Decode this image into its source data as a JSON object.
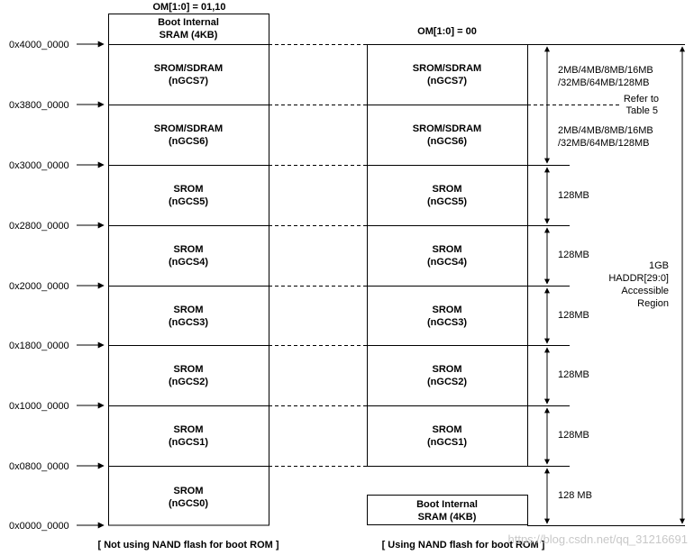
{
  "headers": {
    "left": "OM[1:0] = 01,10",
    "right": "OM[1:0] = 00"
  },
  "addresses": [
    "0x4000_0000",
    "0x3800_0000",
    "0x3000_0000",
    "0x2800_0000",
    "0x2000_0000",
    "0x1800_0000",
    "0x1000_0000",
    "0x0800_0000",
    "0x0000_0000"
  ],
  "left_map": {
    "top_block": [
      "Boot Internal",
      "SRAM (4KB)"
    ],
    "blocks": [
      [
        "SROM/SDRAM",
        "(nGCS7)"
      ],
      [
        "SROM/SDRAM",
        "(nGCS6)"
      ],
      [
        "SROM",
        "(nGCS5)"
      ],
      [
        "SROM",
        "(nGCS4)"
      ],
      [
        "SROM",
        "(nGCS3)"
      ],
      [
        "SROM",
        "(nGCS2)"
      ],
      [
        "SROM",
        "(nGCS1)"
      ],
      [
        "SROM",
        "(nGCS0)"
      ]
    ],
    "caption": "[ Not using NAND flash for boot ROM ]"
  },
  "right_map": {
    "blocks": [
      [
        "SROM/SDRAM",
        "(nGCS7)"
      ],
      [
        "SROM/SDRAM",
        "(nGCS6)"
      ],
      [
        "SROM",
        "(nGCS5)"
      ],
      [
        "SROM",
        "(nGCS4)"
      ],
      [
        "SROM",
        "(nGCS3)"
      ],
      [
        "SROM",
        "(nGCS2)"
      ],
      [
        "SROM",
        "(nGCS1)"
      ]
    ],
    "bottom_block": [
      "Boot Internal",
      "SRAM (4KB)"
    ],
    "caption": "[ Using NAND flash for boot ROM ]"
  },
  "sizes": {
    "bank7": [
      "2MB/4MB/8MB/16MB",
      "/32MB/64MB/128MB"
    ],
    "refer": [
      "Refer to",
      "Table 5"
    ],
    "bank6": [
      "2MB/4MB/8MB/16MB",
      "/32MB/64MB/128MB"
    ],
    "bank5": "128MB",
    "bank4": "128MB",
    "bank3": "128MB",
    "bank2": "128MB",
    "bank1": "128MB",
    "bank0": "128 MB"
  },
  "region": [
    "1GB",
    "HADDR[29:0]",
    "Accessible",
    "Region"
  ],
  "watermark": "https://blog.csdn.net/qq_31216691",
  "colors": {
    "line": "#000000",
    "watermark": "#c8c8c8"
  }
}
